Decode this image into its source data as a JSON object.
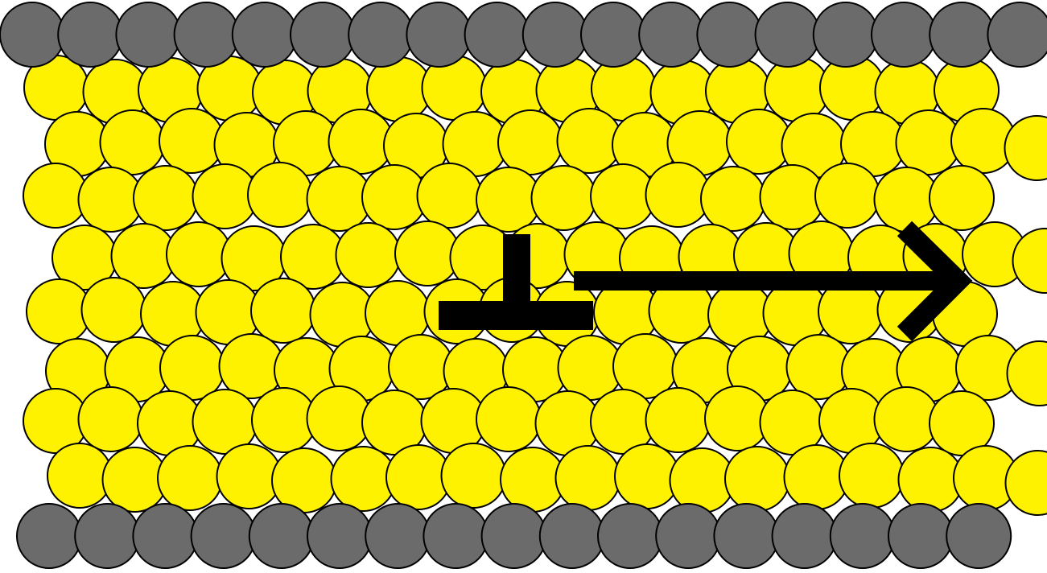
{
  "colors": {
    "background": "#ffffff",
    "boundary_atom_fill": "#6b6b6b",
    "lattice_atom_fill": "#fff200",
    "atom_outline": "#000000",
    "symbol_fill": "#000000"
  },
  "structure": {
    "boundary_layers": [
      "top",
      "bottom"
    ],
    "lattice_rows": 8,
    "atoms_per_row": 17
  },
  "symbols": {
    "dislocation": "edge-dislocation-symbol",
    "motion": "arrow-right-icon",
    "motion_direction": "right"
  }
}
